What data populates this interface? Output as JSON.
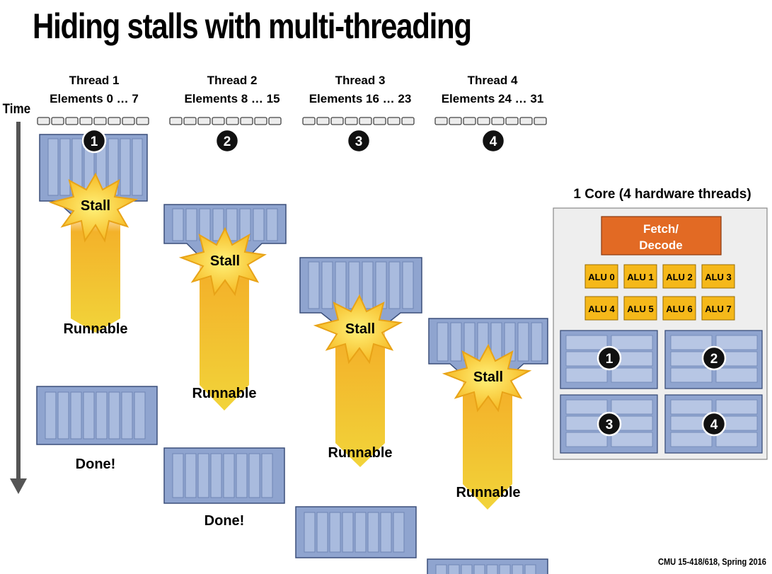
{
  "title": "Hiding stalls with multi-threading",
  "time_label": "Time",
  "threads": [
    {
      "name": "Thread 1",
      "elements": "Elements 0 … 7",
      "number": "1",
      "stall": "Stall",
      "runnable": "Runnable",
      "done": "Done!"
    },
    {
      "name": "Thread 2",
      "elements": "Elements 8 … 15",
      "number": "2",
      "stall": "Stall",
      "runnable": "Runnable",
      "done": "Done!"
    },
    {
      "name": "Thread 3",
      "elements": "Elements 16 … 23",
      "number": "3",
      "stall": "Stall",
      "runnable": "Runnable"
    },
    {
      "name": "Thread 4",
      "elements": "Elements 24 … 31",
      "number": "4",
      "stall": "Stall",
      "runnable": "Runnable"
    }
  ],
  "core": {
    "title": "1 Core (4 hardware threads)",
    "fetch_decode": [
      "Fetch/",
      "Decode"
    ],
    "alus": [
      "ALU 0",
      "ALU 1",
      "ALU 2",
      "ALU 3",
      "ALU 4",
      "ALU 5",
      "ALU 6",
      "ALU 7"
    ],
    "contexts": [
      "1",
      "2",
      "3",
      "4"
    ]
  },
  "footer": "CMU 15-418/618, Spring 2016",
  "colors": {
    "instruction_block": "#8fa4cf",
    "instruction_stripe": "#a9bbde",
    "block_border": "#3b4f7a",
    "stall_burst": "#f7c52e",
    "runnable_arrow": "#f0b81c",
    "fetch_decode": "#e26a24",
    "alu": "#f5b81a",
    "core_bg": "#eeeeee",
    "badge": "#111111"
  }
}
